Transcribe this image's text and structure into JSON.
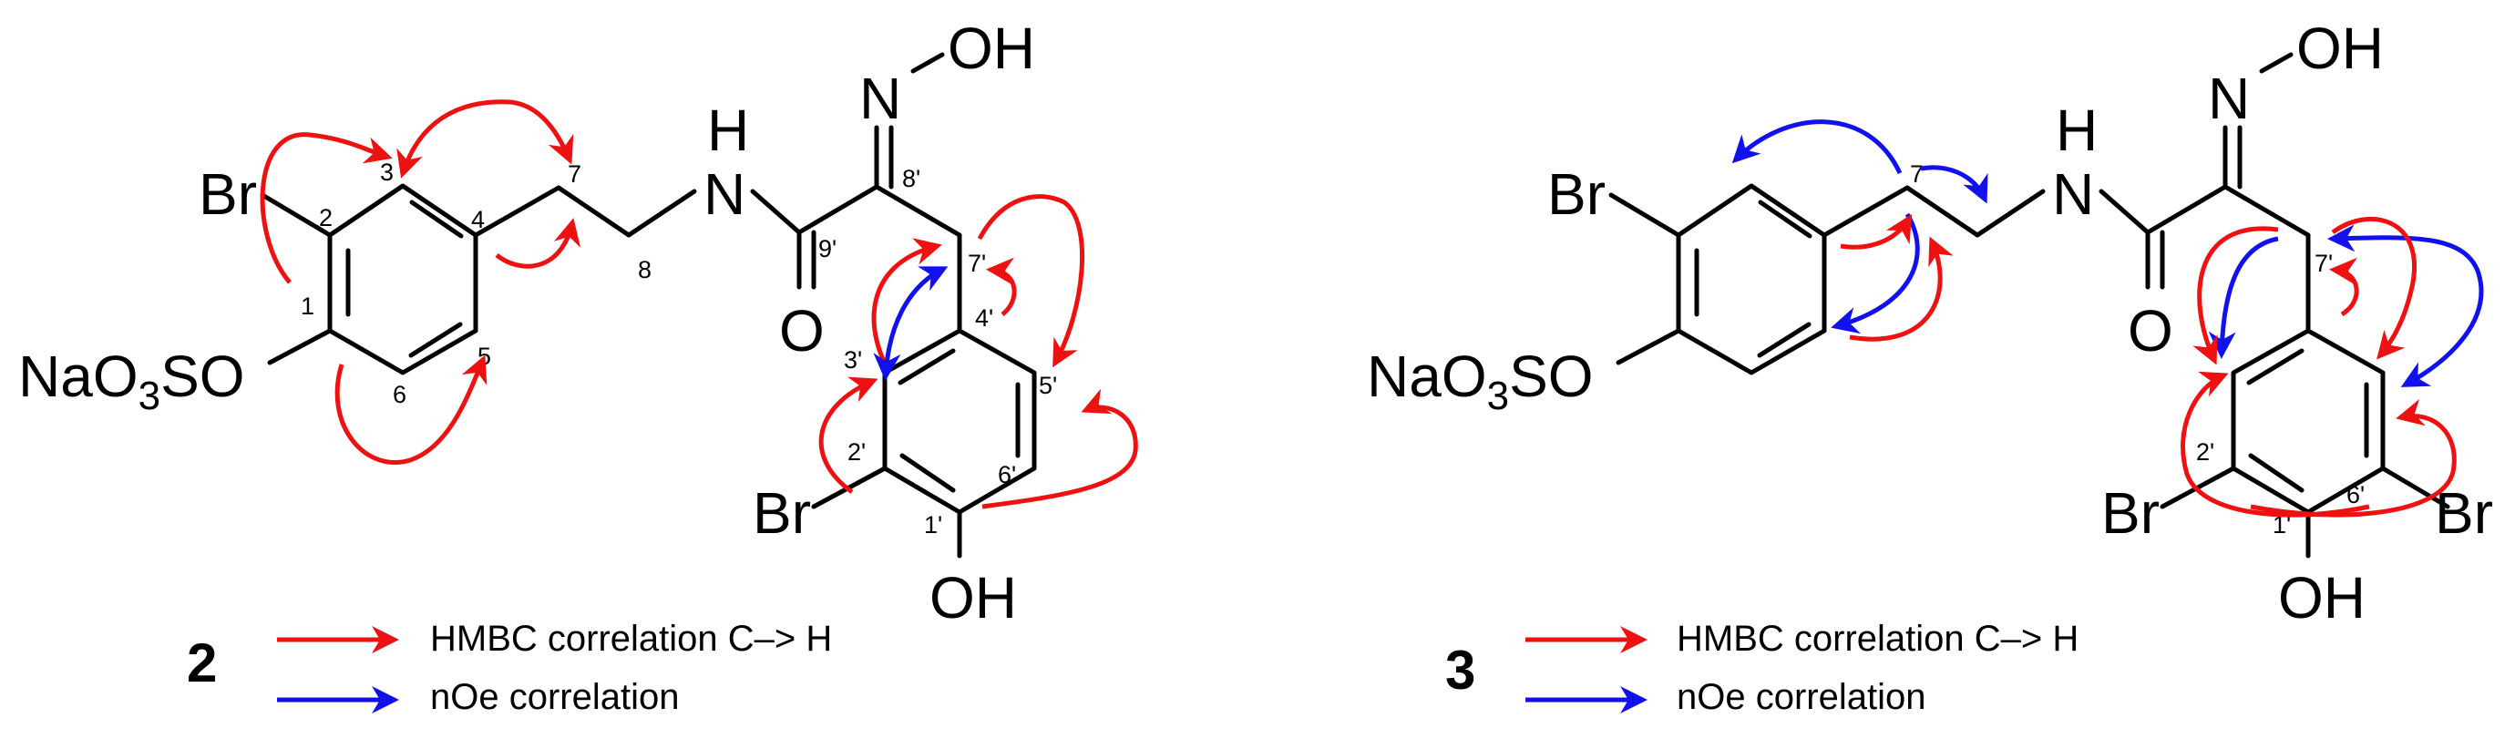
{
  "colors": {
    "hmbc": "#ee1111",
    "noe": "#1111ee",
    "bond": "#000000"
  },
  "compounds": [
    {
      "number": "2",
      "atoms": {
        "br_left": "Br",
        "nao3so": "NaO3SO",
        "nh_n": "N",
        "nh_h": "H",
        "oxime_n": "N",
        "oxime_oh": "OH",
        "carbonyl_o": "O",
        "br_right": "Br",
        "phenol_oh": "OH"
      },
      "locants": [
        "2",
        "3",
        "4",
        "7",
        "1",
        "8",
        "6",
        "5",
        "8'",
        "9'",
        "7'",
        "4'",
        "3'",
        "2'",
        "1'",
        "6'",
        "5'"
      ],
      "legend": {
        "hmbc": "HMBC correlation C–> H",
        "noe": "nOe correlation"
      }
    },
    {
      "number": "3",
      "atoms": {
        "br_left": "Br",
        "nao3so": "NaO3SO",
        "nh_n": "N",
        "nh_h": "H",
        "oxime_n": "N",
        "oxime_oh": "OH",
        "carbonyl_o": "O",
        "br_a": "Br",
        "br_b": "Br",
        "phenol_oh": "OH"
      },
      "locants": [
        "7",
        "7'",
        "2'",
        "1'",
        "6'"
      ],
      "legend": {
        "hmbc": "HMBC correlation C–> H",
        "noe": "nOe correlation"
      }
    }
  ]
}
